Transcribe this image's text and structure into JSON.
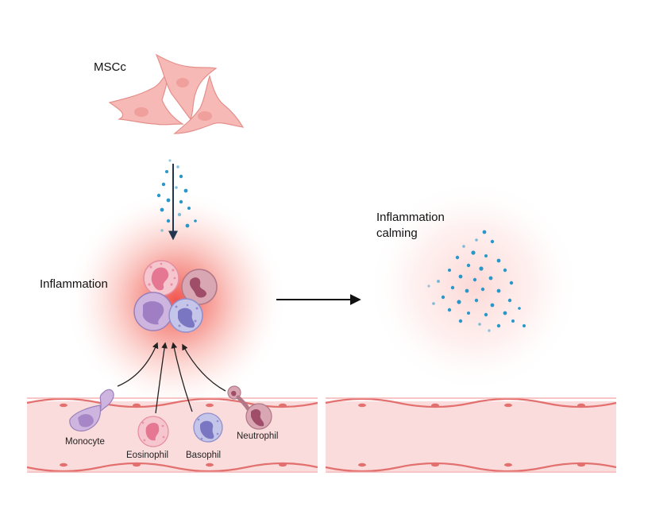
{
  "labels": {
    "mscs": "MSCc",
    "inflammation": "Inflammation",
    "calming_line1": "Inflammation",
    "calming_line2": "calming"
  },
  "cells": {
    "monocyte": "Monocyte",
    "eosinophil": "Eosinophil",
    "basophil": "Basophil",
    "neutrophil": "Neutrophil"
  },
  "colors": {
    "msc_fill": "#f7b9b5",
    "msc_stroke": "#e48f8b",
    "inflammation_glow": "#f25a4f",
    "vesicle": "#2a97c9",
    "vessel_fill": "#fbdcdc",
    "vessel_wall": "#e2706e",
    "arrow": "#111111"
  }
}
